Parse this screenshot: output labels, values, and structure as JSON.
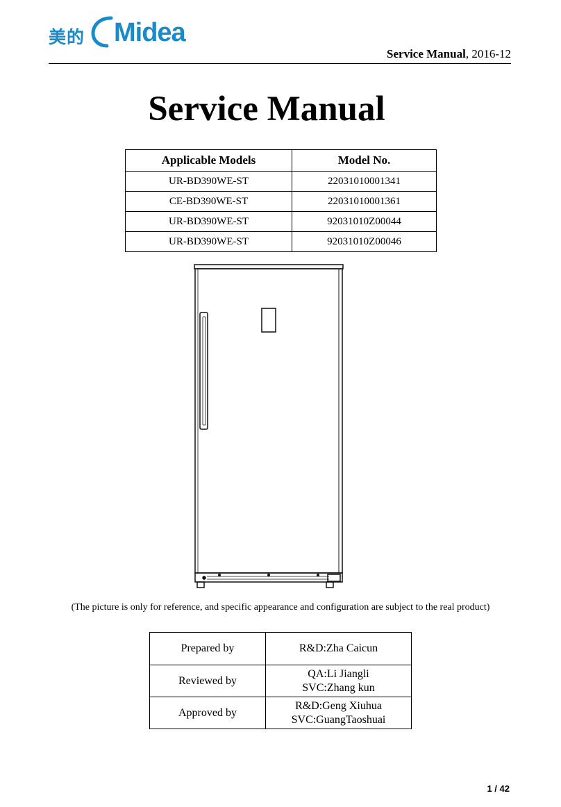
{
  "brand": {
    "chinese": "美的",
    "name": "Midea",
    "color": "#1b8ac6"
  },
  "header": {
    "title_bold": "Service Manual",
    "date": ", 2016-12"
  },
  "document_title": "Service Manual",
  "models_table": {
    "headers": [
      "Applicable Models",
      "Model No."
    ],
    "rows": [
      [
        "UR-BD390WE-ST",
        "22031010001341"
      ],
      [
        "CE-BD390WE-ST",
        "22031010001361"
      ],
      [
        "UR-BD390WE-ST",
        "92031010Z00044"
      ],
      [
        "UR-BD390WE-ST",
        "92031010Z00046"
      ]
    ]
  },
  "caption": "(The picture is only for reference, and specific appearance and configuration are subject to the real product)",
  "signoff": {
    "rows": [
      {
        "role": "Prepared by",
        "names": [
          "R&D:Zha Caicun"
        ]
      },
      {
        "role": "Reviewed by",
        "names": [
          "QA:Li Jiangli",
          "SVC:Zhang kun"
        ]
      },
      {
        "role": "Approved by",
        "names": [
          "R&D:Geng Xiuhua",
          "SVC:GuangTaoshuai"
        ]
      }
    ]
  },
  "page_number": "1 / 42"
}
